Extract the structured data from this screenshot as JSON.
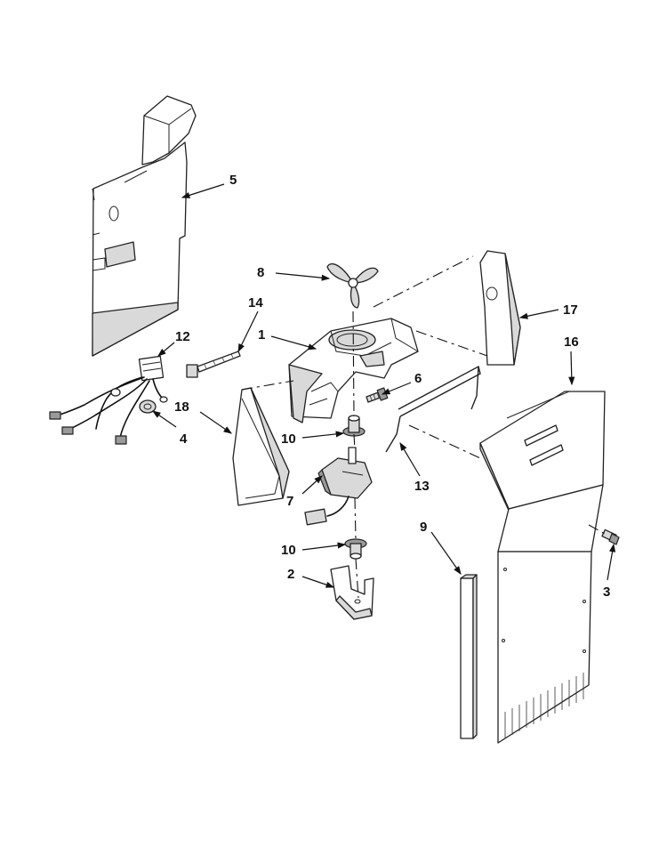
{
  "callouts": [
    {
      "id": "c1",
      "label": "1"
    },
    {
      "id": "c2",
      "label": "2"
    },
    {
      "id": "c3",
      "label": "3"
    },
    {
      "id": "c4",
      "label": "4"
    },
    {
      "id": "c5",
      "label": "5"
    },
    {
      "id": "c6",
      "label": "6"
    },
    {
      "id": "c7",
      "label": "7"
    },
    {
      "id": "c8",
      "label": "8"
    },
    {
      "id": "c9",
      "label": "9"
    },
    {
      "id": "c10a",
      "label": "10"
    },
    {
      "id": "c10b",
      "label": "10"
    },
    {
      "id": "c12",
      "label": "12"
    },
    {
      "id": "c13",
      "label": "13"
    },
    {
      "id": "c14",
      "label": "14"
    },
    {
      "id": "c16",
      "label": "16"
    },
    {
      "id": "c17",
      "label": "17"
    },
    {
      "id": "c18",
      "label": "18"
    }
  ]
}
